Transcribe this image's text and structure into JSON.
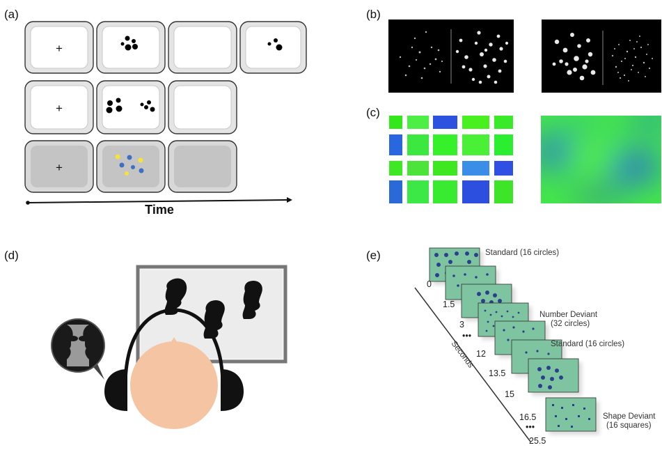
{
  "panels": {
    "a": {
      "label": "(a)",
      "fixation_symbol": "+",
      "axis_label": "Time"
    },
    "b": {
      "label": "(b)"
    },
    "c": {
      "label": "(c)"
    },
    "d": {
      "label": "(d)"
    },
    "e": {
      "label": "(e)",
      "axis_label": "Seconds",
      "timepoints": [
        "0",
        "1.5",
        "3",
        "12",
        "13.5",
        "15",
        "16.5",
        "25.5"
      ],
      "ellipsis": "•••",
      "annotations": {
        "standard_1": "Standard (16 circles)",
        "number_deviant_line1": "Number Deviant",
        "number_deviant_line2": "(32 circles)",
        "standard_2": "Standard (16 circles)",
        "shape_deviant_line1": "Shape Deviant",
        "shape_deviant_line2": "(16 squares)"
      }
    }
  },
  "colors": {
    "card_fill_white": "#ffffff",
    "card_fill_grey": "#c4c4c4",
    "card_frame": "#e6e6e6",
    "dot_yellow": "#f5e23a",
    "dot_blue": "#3d6fc4",
    "slide_fill": "#7fc4a0",
    "slide_dot": "#2b3f8f",
    "face_skin": "#f5c5a3"
  }
}
